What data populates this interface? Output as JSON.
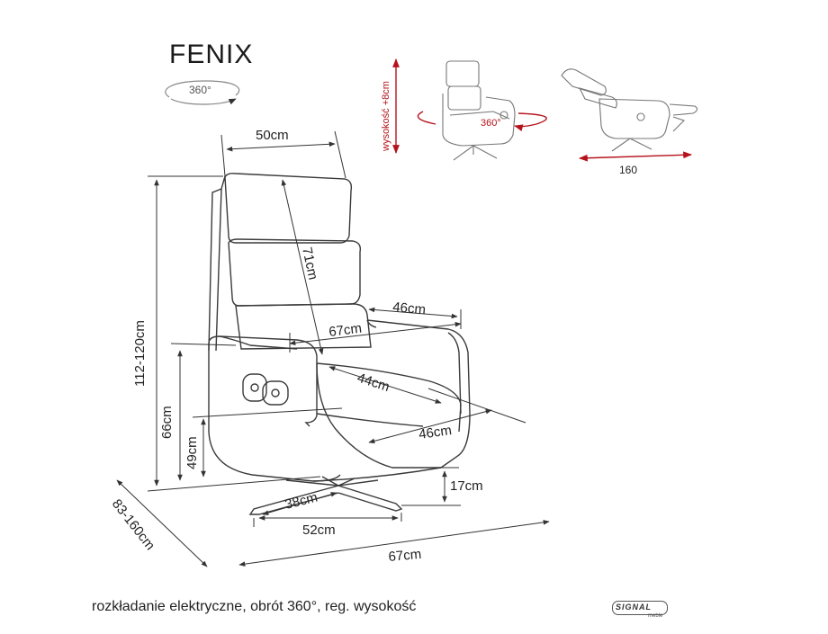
{
  "product": {
    "name": "FENIX",
    "rotation_icon_label": "360°"
  },
  "dimensions": {
    "seat_top_width": "50cm",
    "backrest_height": "71cm",
    "armrest_depth": "46cm",
    "inner_width": "67cm",
    "seat_depth": "44cm",
    "seat_width": "46cm",
    "total_height": "112-120cm",
    "armrest_height": "66cm",
    "seat_height": "49cm",
    "base_height": "17cm",
    "base_depth": "38cm",
    "base_width": "52cm",
    "total_width": "67cm",
    "total_depth": "83-160cm"
  },
  "inset": {
    "height_adjust": "wysokość +8cm",
    "rotation": "360°",
    "reclined_length": "160"
  },
  "caption": "rozkładanie elektryczne, obrót 360°, reg. wysokość",
  "brand": {
    "name": "SIGNAL",
    "sub": "meble"
  },
  "colors": {
    "line": "#3a3a3a",
    "inset_arrow": "#b5121b"
  }
}
